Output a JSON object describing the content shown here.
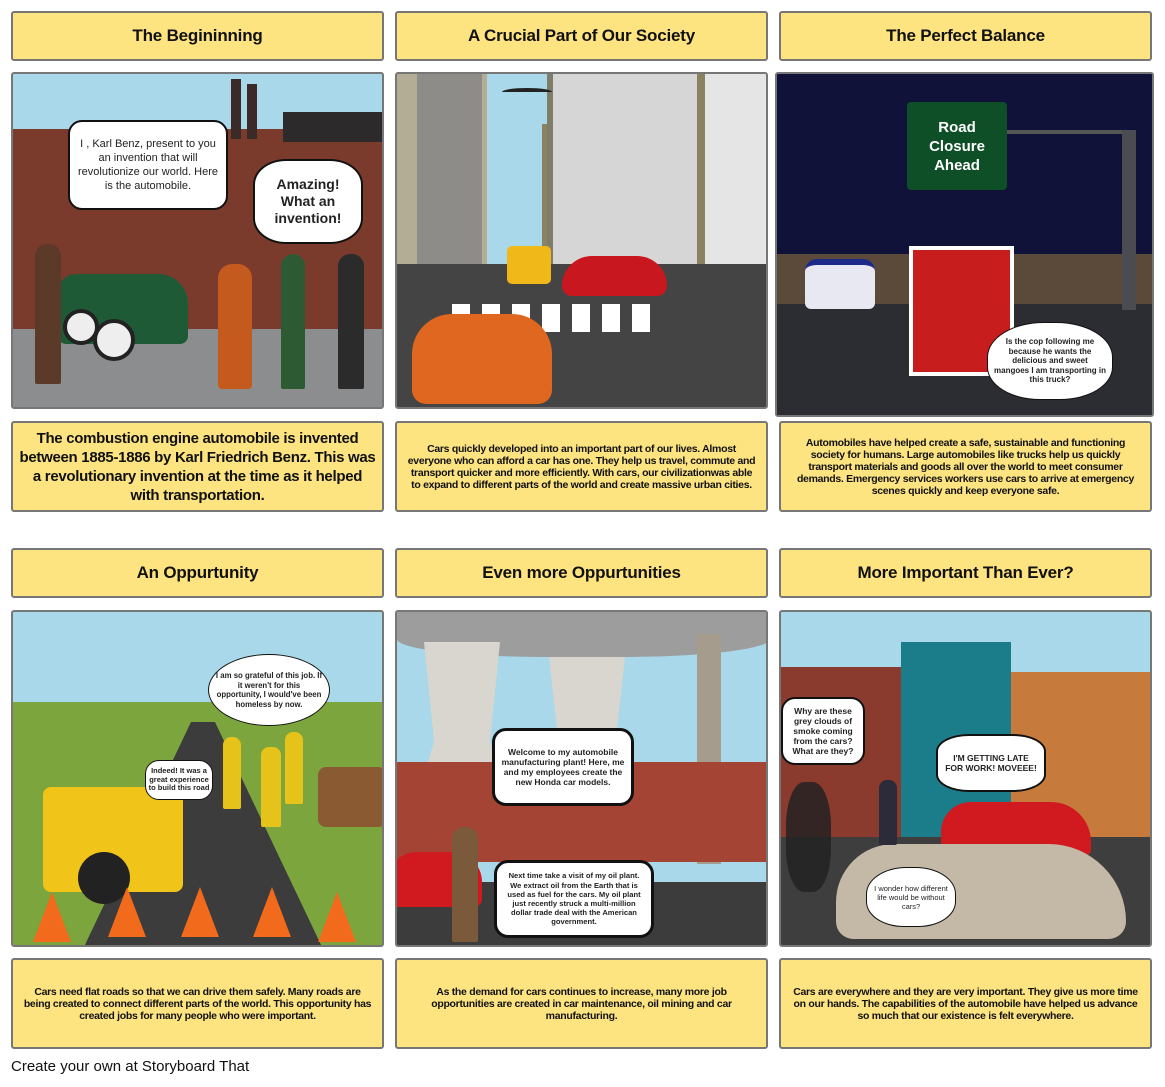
{
  "storyboard": {
    "panels": [
      {
        "title": "The Begininning",
        "caption": "The combustion engine automobile is invented between 1885-1886 by Karl Friedrich Benz. This was a revolutionary invention at the time as it helped with transportation.",
        "bubbles": [
          "I , Karl Benz, present to you an invention that will revolutionize our world. Here is the automobile.",
          "Amazing! What an invention!"
        ]
      },
      {
        "title": "A Crucial Part of Our Society",
        "caption": "Cars quickly developed into an important part of our lives. Almost everyone who can afford a car has one. They help us travel, commute and transport quicker and more efficiently. With cars, our civilizationwas able to expand to different parts of the world and create massive urban cities.",
        "bubbles": []
      },
      {
        "title": "The Perfect Balance",
        "caption": "Automobiles have helped create a safe, sustainable and functioning society for humans. Large automobiles like trucks help us quickly transport materials and goods all over the world to meet consumer demands. Emergency services workers use cars to arrive at emergency scenes quickly and keep everyone safe.",
        "sign": "Road Closure Ahead",
        "bubbles": [
          "Is the cop following me because he wants the delicious and sweet mangoes I am transporting in this truck?"
        ]
      },
      {
        "title": "An Oppurtunity",
        "caption": "Cars need flat roads so that we can drive them safely. Many roads are being created to connect different parts of the world. This opportunity has created jobs for many people who were important.",
        "bubbles": [
          "I am so grateful of this job. If it weren't for this opportunity, I would've been homeless by now.",
          "Indeed! It was a great experience to build this road"
        ]
      },
      {
        "title": "Even more Oppurtunities",
        "caption": "As the demand for cars continues to increase, many more job opportunities are created in car maintenance, oil mining and car manufacturing.",
        "bubbles": [
          "Welcome to my automobile manufacturing plant! Here, me and my employees create the new Honda car models.",
          "Next time take a visit of my oil plant. We extract oil from the Earth that is used as fuel for the cars. My oil plant just recently struck a multi-million dollar trade deal with the American government."
        ]
      },
      {
        "title": "More Important Than Ever?",
        "caption": "Cars are everywhere and they are very important. They give us more time on our hands. The capabilities of the automobile have helped us advance so much that our existence is felt everywhere.",
        "bubbles": [
          "Why are these grey clouds of smoke coming from the cars? What are they?",
          "I'M GETTING LATE FOR WORK! MOVEEE!",
          "I wonder how different life would be without cars?"
        ]
      }
    ]
  },
  "footer": {
    "text": "Create your own at Storyboard That"
  },
  "colors": {
    "panel_fill": "#fde481",
    "panel_border": "#777777"
  }
}
